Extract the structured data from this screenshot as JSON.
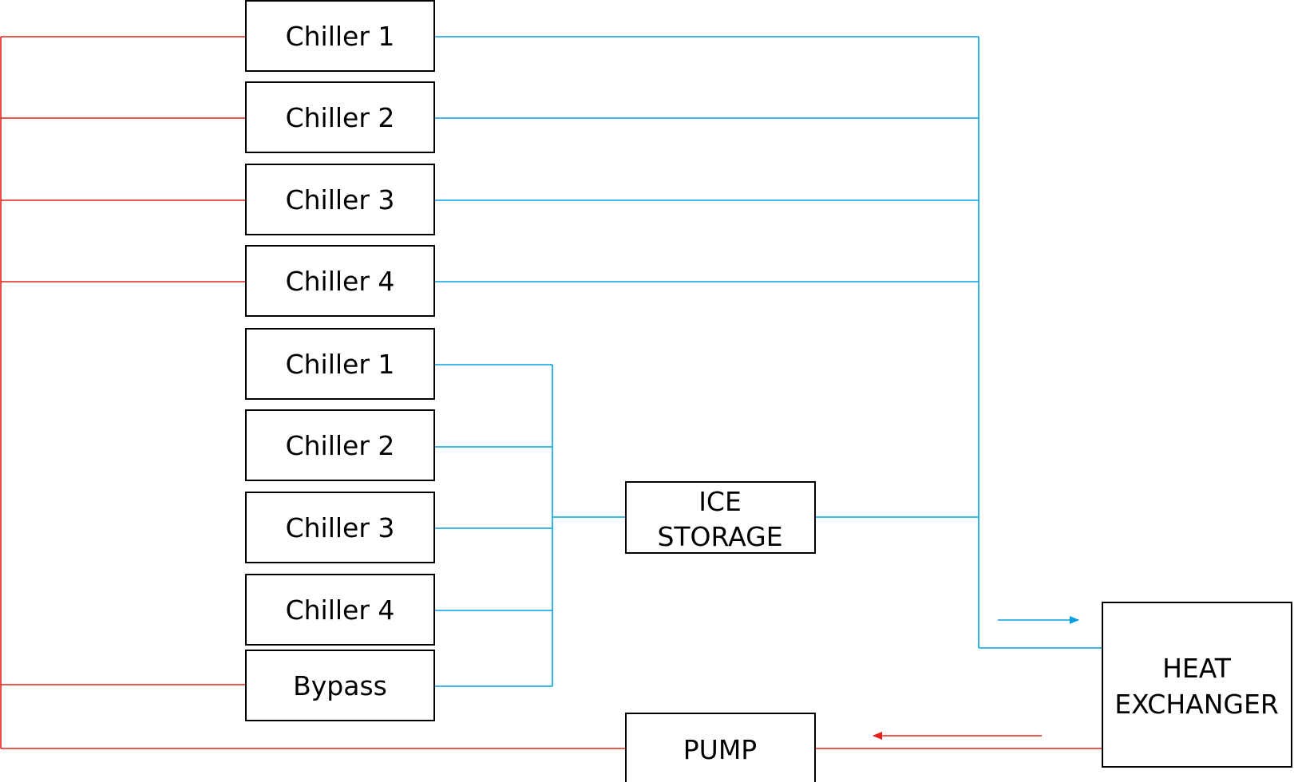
{
  "colors": {
    "return_line": "#e8201a",
    "supply_line": "#00a0e3",
    "box_stroke": "#000000"
  },
  "boxes": {
    "chiller_top_1": "Chiller 1",
    "chiller_top_2": "Chiller 2",
    "chiller_top_3": "Chiller 3",
    "chiller_top_4": "Chiller 4",
    "chiller_bottom_1": "Chiller 1",
    "chiller_bottom_2": "Chiller 2",
    "chiller_bottom_3": "Chiller 3",
    "chiller_bottom_4": "Chiller 4",
    "bypass": "Bypass",
    "ice_storage": {
      "line1": "ICE",
      "line2": "STORAGE"
    },
    "heat_exchanger": {
      "line1": "HEAT",
      "line2": "EXCHANGER"
    },
    "pump": "PUMP"
  }
}
